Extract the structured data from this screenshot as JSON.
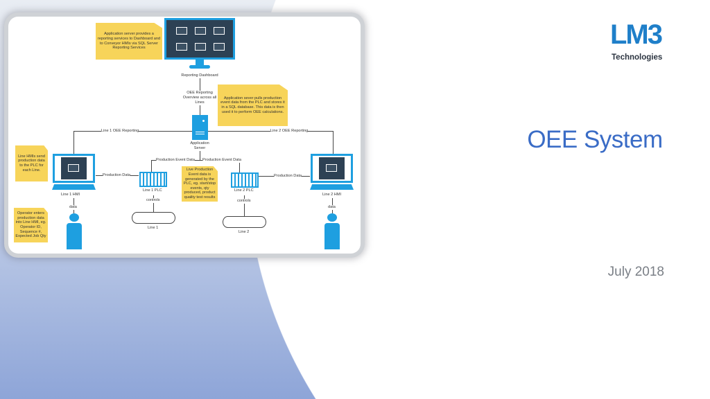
{
  "slide": {
    "title": "OEE System",
    "date": "July 2018"
  },
  "logo": {
    "mark": "LM3",
    "subtitle": "Technologies"
  },
  "diagram": {
    "notes": [
      "Application server provides a reporting services to Dashboard and to Conveyor HMIs via SQL Server Reporting Services",
      "Application sever pulls production event data from the PLC and  stores it in a SQL database. This data is then used it to perform OEE calculations.",
      "Line HMIs send production data to the PLC for each Line.",
      "Live Production Event data is generated by the PLC, eg. start/stop events, qty produced, product quality test results",
      "Operator enters production data into Line HMI, eg. Operator ID, Sequence #, Expected Job Qty"
    ],
    "nodes": {
      "dashboard": "Reporting Dashboard",
      "server": "Application Server",
      "hmi1": "Line 1 HMI",
      "hmi2": "Line 2 HMI",
      "plc1": "Line 1 PLC",
      "plc2": "Line 2 PLC",
      "line1": "Line 1",
      "line2": "Line 2"
    },
    "edges": {
      "overview": "OEE Reporting Overview across all Lines",
      "l1_reporting": "Line 1 OEE Reporting",
      "l2_reporting": "Line 2 OEE Reporting",
      "prod_data": "Production Data",
      "prod_event": "Production Event Data",
      "controls": "controls",
      "data": "data"
    }
  },
  "colors": {
    "accent": "#1e9fe0",
    "title": "#3a6cc6",
    "note": "#f7d45a"
  }
}
